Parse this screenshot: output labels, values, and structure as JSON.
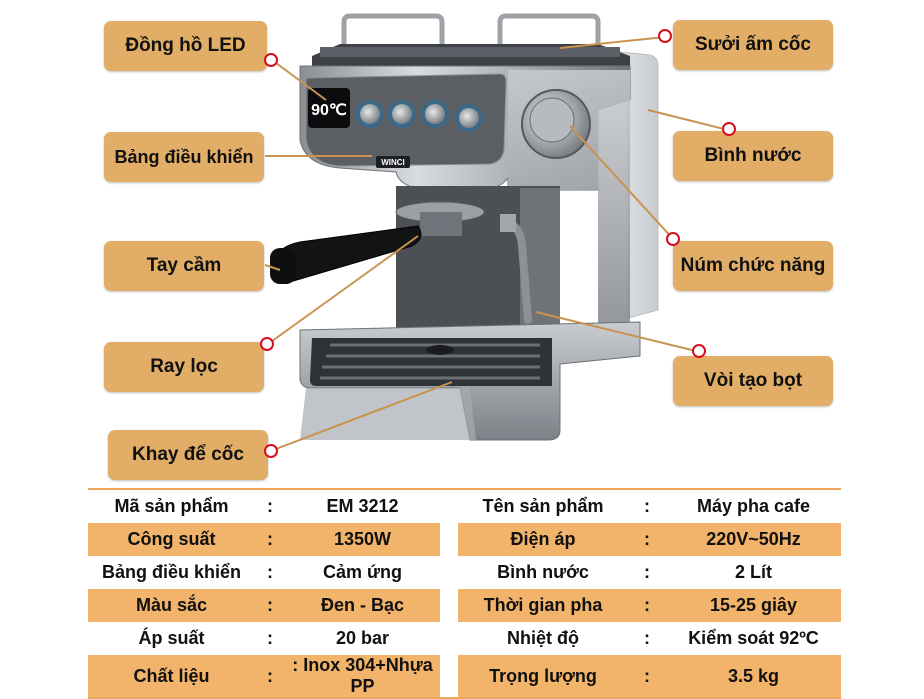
{
  "callouts": {
    "led_clock": "Đồng hồ LED",
    "control_panel": "Bảng điều khiển",
    "handle": "Tay cầm",
    "filter_rail": "Ray lọc",
    "cup_tray": "Khay để cốc",
    "cup_warmer": "Sưởi ấm cốc",
    "water_tank": "Bình nước",
    "function_knob": "Núm chức năng",
    "steam_wand": "Vòi tạo bọt"
  },
  "machine": {
    "display_text": "90℃",
    "brand": "WINCI"
  },
  "specs": [
    {
      "left_key": "Mã sản phẩm",
      "left_colon": ":",
      "left_value": "EM 3212",
      "right_key": "Tên sản phẩm",
      "right_colon": ":",
      "right_value": "Máy pha cafe"
    },
    {
      "left_key": "Công suất",
      "left_colon": ":",
      "left_value": "1350W",
      "right_key": "Điện áp",
      "right_colon": ":",
      "right_value": "220V~50Hz"
    },
    {
      "left_key": "Bảng điều khiển",
      "left_colon": ":",
      "left_value": "Cảm ứng",
      "right_key": "Bình nước",
      "right_colon": ":",
      "right_value": "2 Lít"
    },
    {
      "left_key": "Màu sắc",
      "left_colon": ":",
      "left_value": "Đen - Bạc",
      "right_key": "Thời gian pha",
      "right_colon": ":",
      "right_value": "15-25 giây"
    },
    {
      "left_key": "Áp suất",
      "left_colon": ":",
      "left_value": "20 bar",
      "right_key": "Nhiệt độ",
      "right_colon": ":",
      "right_value": "Kiểm soát 92ºC"
    },
    {
      "left_key": "Chất liệu",
      "left_colon": ":",
      "left_value": ": Inox 304+Nhựa PP",
      "right_key": "Trọng lượng",
      "right_colon": ":",
      "right_value": "3.5 kg"
    }
  ],
  "colors": {
    "callout_fill": "#e1ad67",
    "table_stripe": "#f2b46a",
    "pointer_dot": "#d60d1f"
  }
}
